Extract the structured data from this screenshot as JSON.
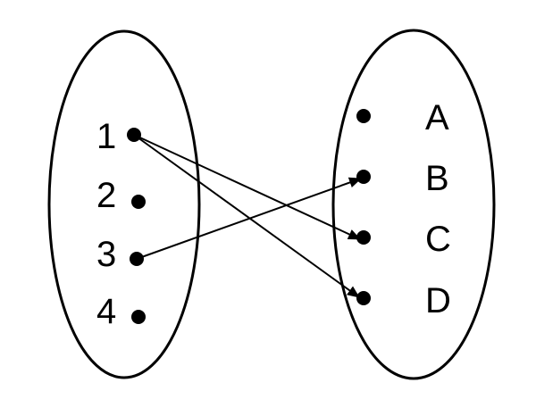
{
  "domain_set": {
    "elements": [
      "1",
      "2",
      "3",
      "4"
    ]
  },
  "codomain_set": {
    "elements": [
      "A",
      "B",
      "C",
      "D"
    ]
  },
  "mappings": [
    {
      "from": "1",
      "to": "C"
    },
    {
      "from": "1",
      "to": "D"
    },
    {
      "from": "3",
      "to": "B"
    }
  ],
  "colors": {
    "stroke": "#000000",
    "background": "#ffffff"
  }
}
